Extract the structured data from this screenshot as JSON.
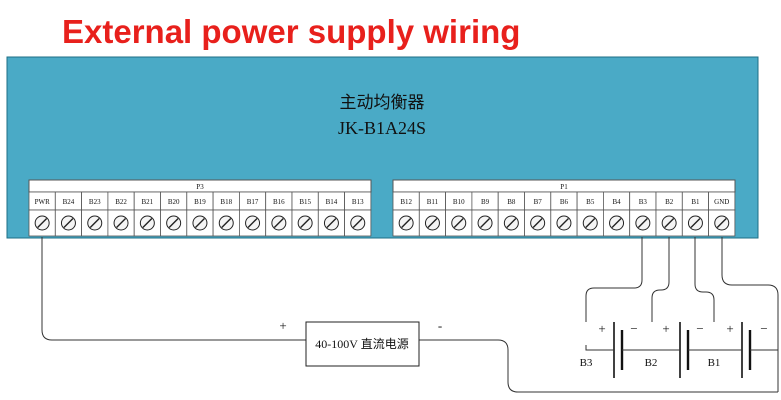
{
  "title": "External power supply wiring",
  "device": {
    "name": "主动均衡器",
    "model": "JK-B1A24S",
    "color": "#4aaac6"
  },
  "ports": {
    "p3": {
      "label": "P3",
      "pins": [
        "PWR",
        "B24",
        "B23",
        "B22",
        "B21",
        "B20",
        "B19",
        "B18",
        "B17",
        "B16",
        "B15",
        "B14",
        "B13"
      ]
    },
    "p1": {
      "label": "P1",
      "pins": [
        "B12",
        "B11",
        "B10",
        "B9",
        "B8",
        "B7",
        "B6",
        "B5",
        "B4",
        "B3",
        "B2",
        "B1",
        "GND"
      ]
    }
  },
  "power_supply": {
    "label": "40-100V 直流电源",
    "positive": "+",
    "negative": "-"
  },
  "batteries": [
    {
      "label": "B3",
      "positive": "+",
      "negative": "−"
    },
    {
      "label": "B2",
      "positive": "+",
      "negative": "−"
    },
    {
      "label": "B1",
      "positive": "+",
      "negative": "−"
    }
  ],
  "title_color": "#e8201c"
}
